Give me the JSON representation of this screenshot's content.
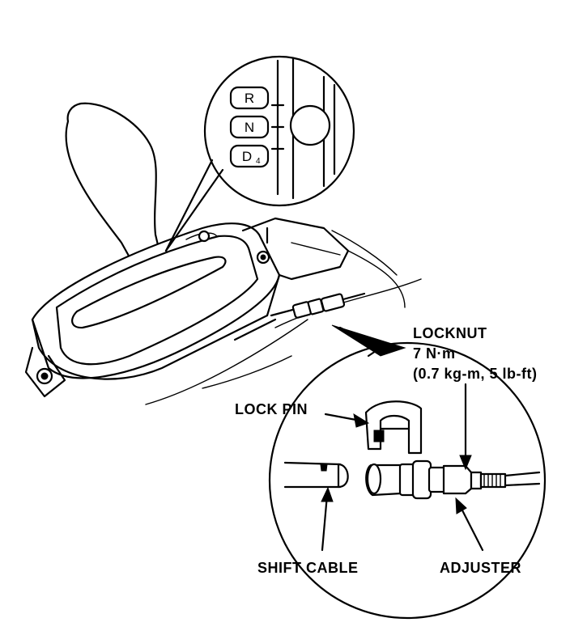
{
  "callouts": {
    "locknut_title": "LOCKNUT",
    "locknut_torque": "7 N·m",
    "locknut_torque_alt": "(0.7 kg-m, 5 lb-ft)",
    "lock_pin": "LOCK PIN",
    "shift_cable": "SHIFT CABLE",
    "adjuster": "ADJUSTER"
  },
  "detail_positions": {
    "reverse": "R",
    "neutral": "N",
    "drive": "D",
    "drive_sub": "4"
  }
}
